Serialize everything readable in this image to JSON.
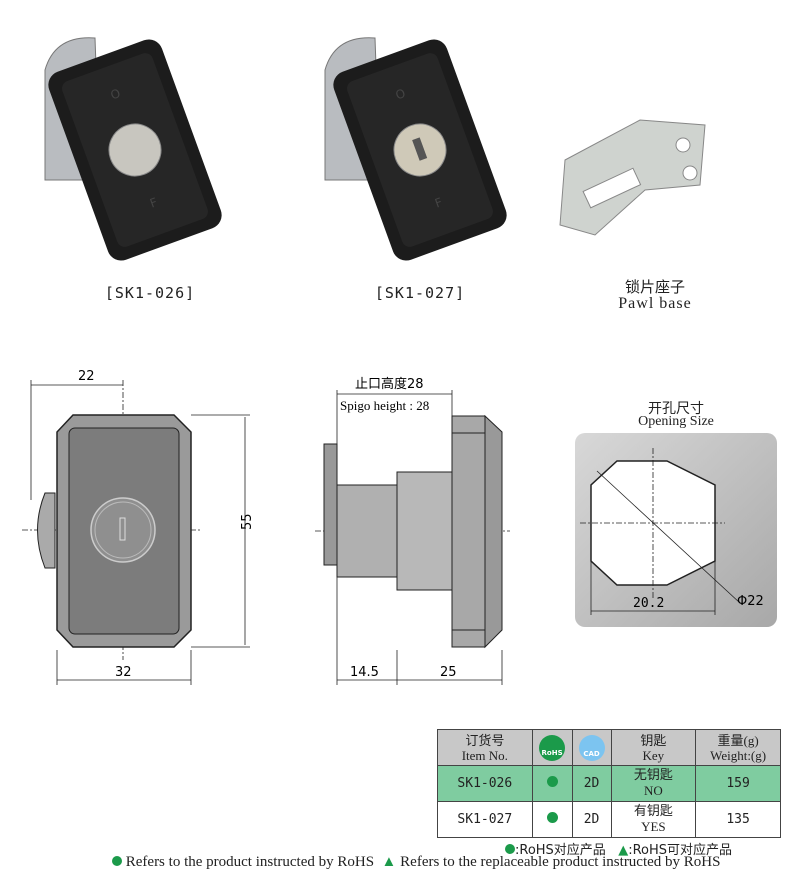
{
  "products": [
    {
      "label": "[SK1-026]"
    },
    {
      "label": "[SK1-027]"
    },
    {
      "label_cn": "锁片座子",
      "label_en": "Pawl base"
    }
  ],
  "drawing_front": {
    "dim_top": "22",
    "dim_height": "55",
    "dim_bottom": "32"
  },
  "drawing_side": {
    "title_cn": "止口高度28",
    "title_en": "Spigo height : 28",
    "dim_left": "14.5",
    "dim_right": "25"
  },
  "opening": {
    "title_cn": "开孔尺寸",
    "title_en": "Opening Size",
    "dim_width": "20.2",
    "dim_diameter": "Φ22"
  },
  "table": {
    "headers": [
      {
        "cn": "订货号",
        "en": "Item No."
      },
      {
        "icon": "rohs-icon",
        "text": "RoHS"
      },
      {
        "icon": "cad-icon",
        "text": "CAD"
      },
      {
        "cn": "钥匙",
        "en": "Key"
      },
      {
        "cn": "重量(g)",
        "en": "Weight:(g)"
      }
    ],
    "rows": [
      {
        "item": "SK1-026",
        "rohs": "●",
        "cad": "2D",
        "key_cn": "无钥匙",
        "key_en": "NO",
        "weight": "159"
      },
      {
        "item": "SK1-027",
        "rohs": "●",
        "cad": "2D",
        "key_cn": "有钥匙",
        "key_en": "YES",
        "weight": "135"
      }
    ]
  },
  "legend": {
    "rohs_cn": ":RoHS对应产品",
    "replaceable_cn": ":RoHS可对应产品"
  },
  "footer": {
    "rohs_en": "Refers to the product instructed by RoHS",
    "replaceable_en": "Refers to the replaceable product instructed by RoHS"
  },
  "colors": {
    "rohs_green": "#1b9a4a",
    "row_highlight": "#7fcca0",
    "header_gray": "#c8c8c8"
  }
}
